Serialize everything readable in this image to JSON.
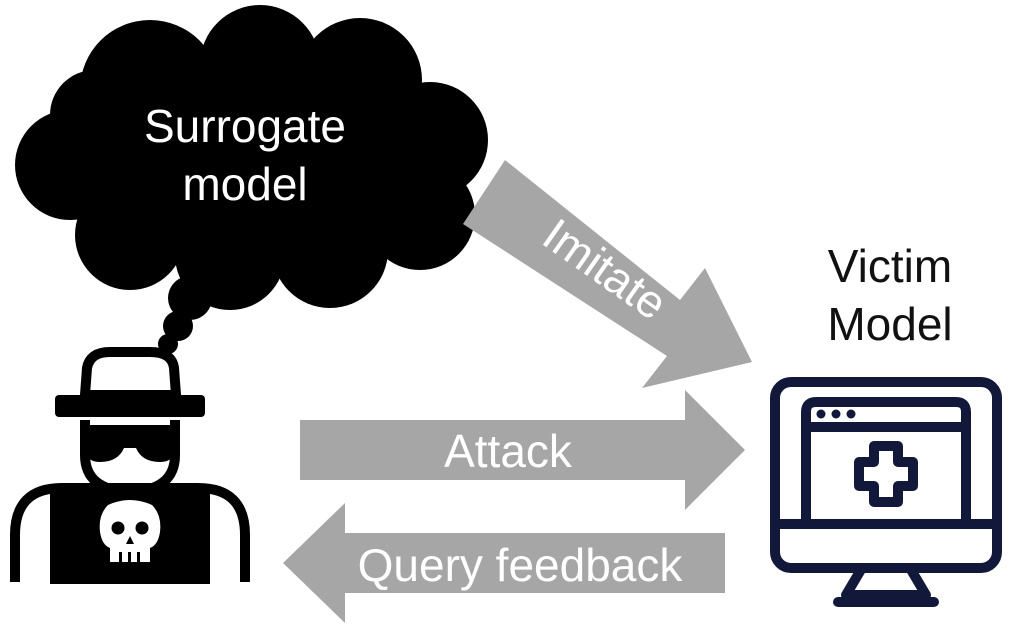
{
  "surrogate": {
    "line1": "Surrogate",
    "line2": "model"
  },
  "victim": {
    "line1": "Victim",
    "line2": "Model"
  },
  "arrows": {
    "imitate": "Imitate",
    "attack": "Attack",
    "query_feedback": "Query feedback"
  },
  "colors": {
    "arrow_fill": "#a6a6a6",
    "cloud_fill": "#000000",
    "monitor_stroke": "#12183a",
    "hacker": "#000000"
  },
  "icons": {
    "cloud": "thought-cloud-icon",
    "hacker": "hacker-icon",
    "skull": "skull-icon",
    "monitor": "monitor-icon",
    "medical_cross": "medical-cross-icon"
  }
}
